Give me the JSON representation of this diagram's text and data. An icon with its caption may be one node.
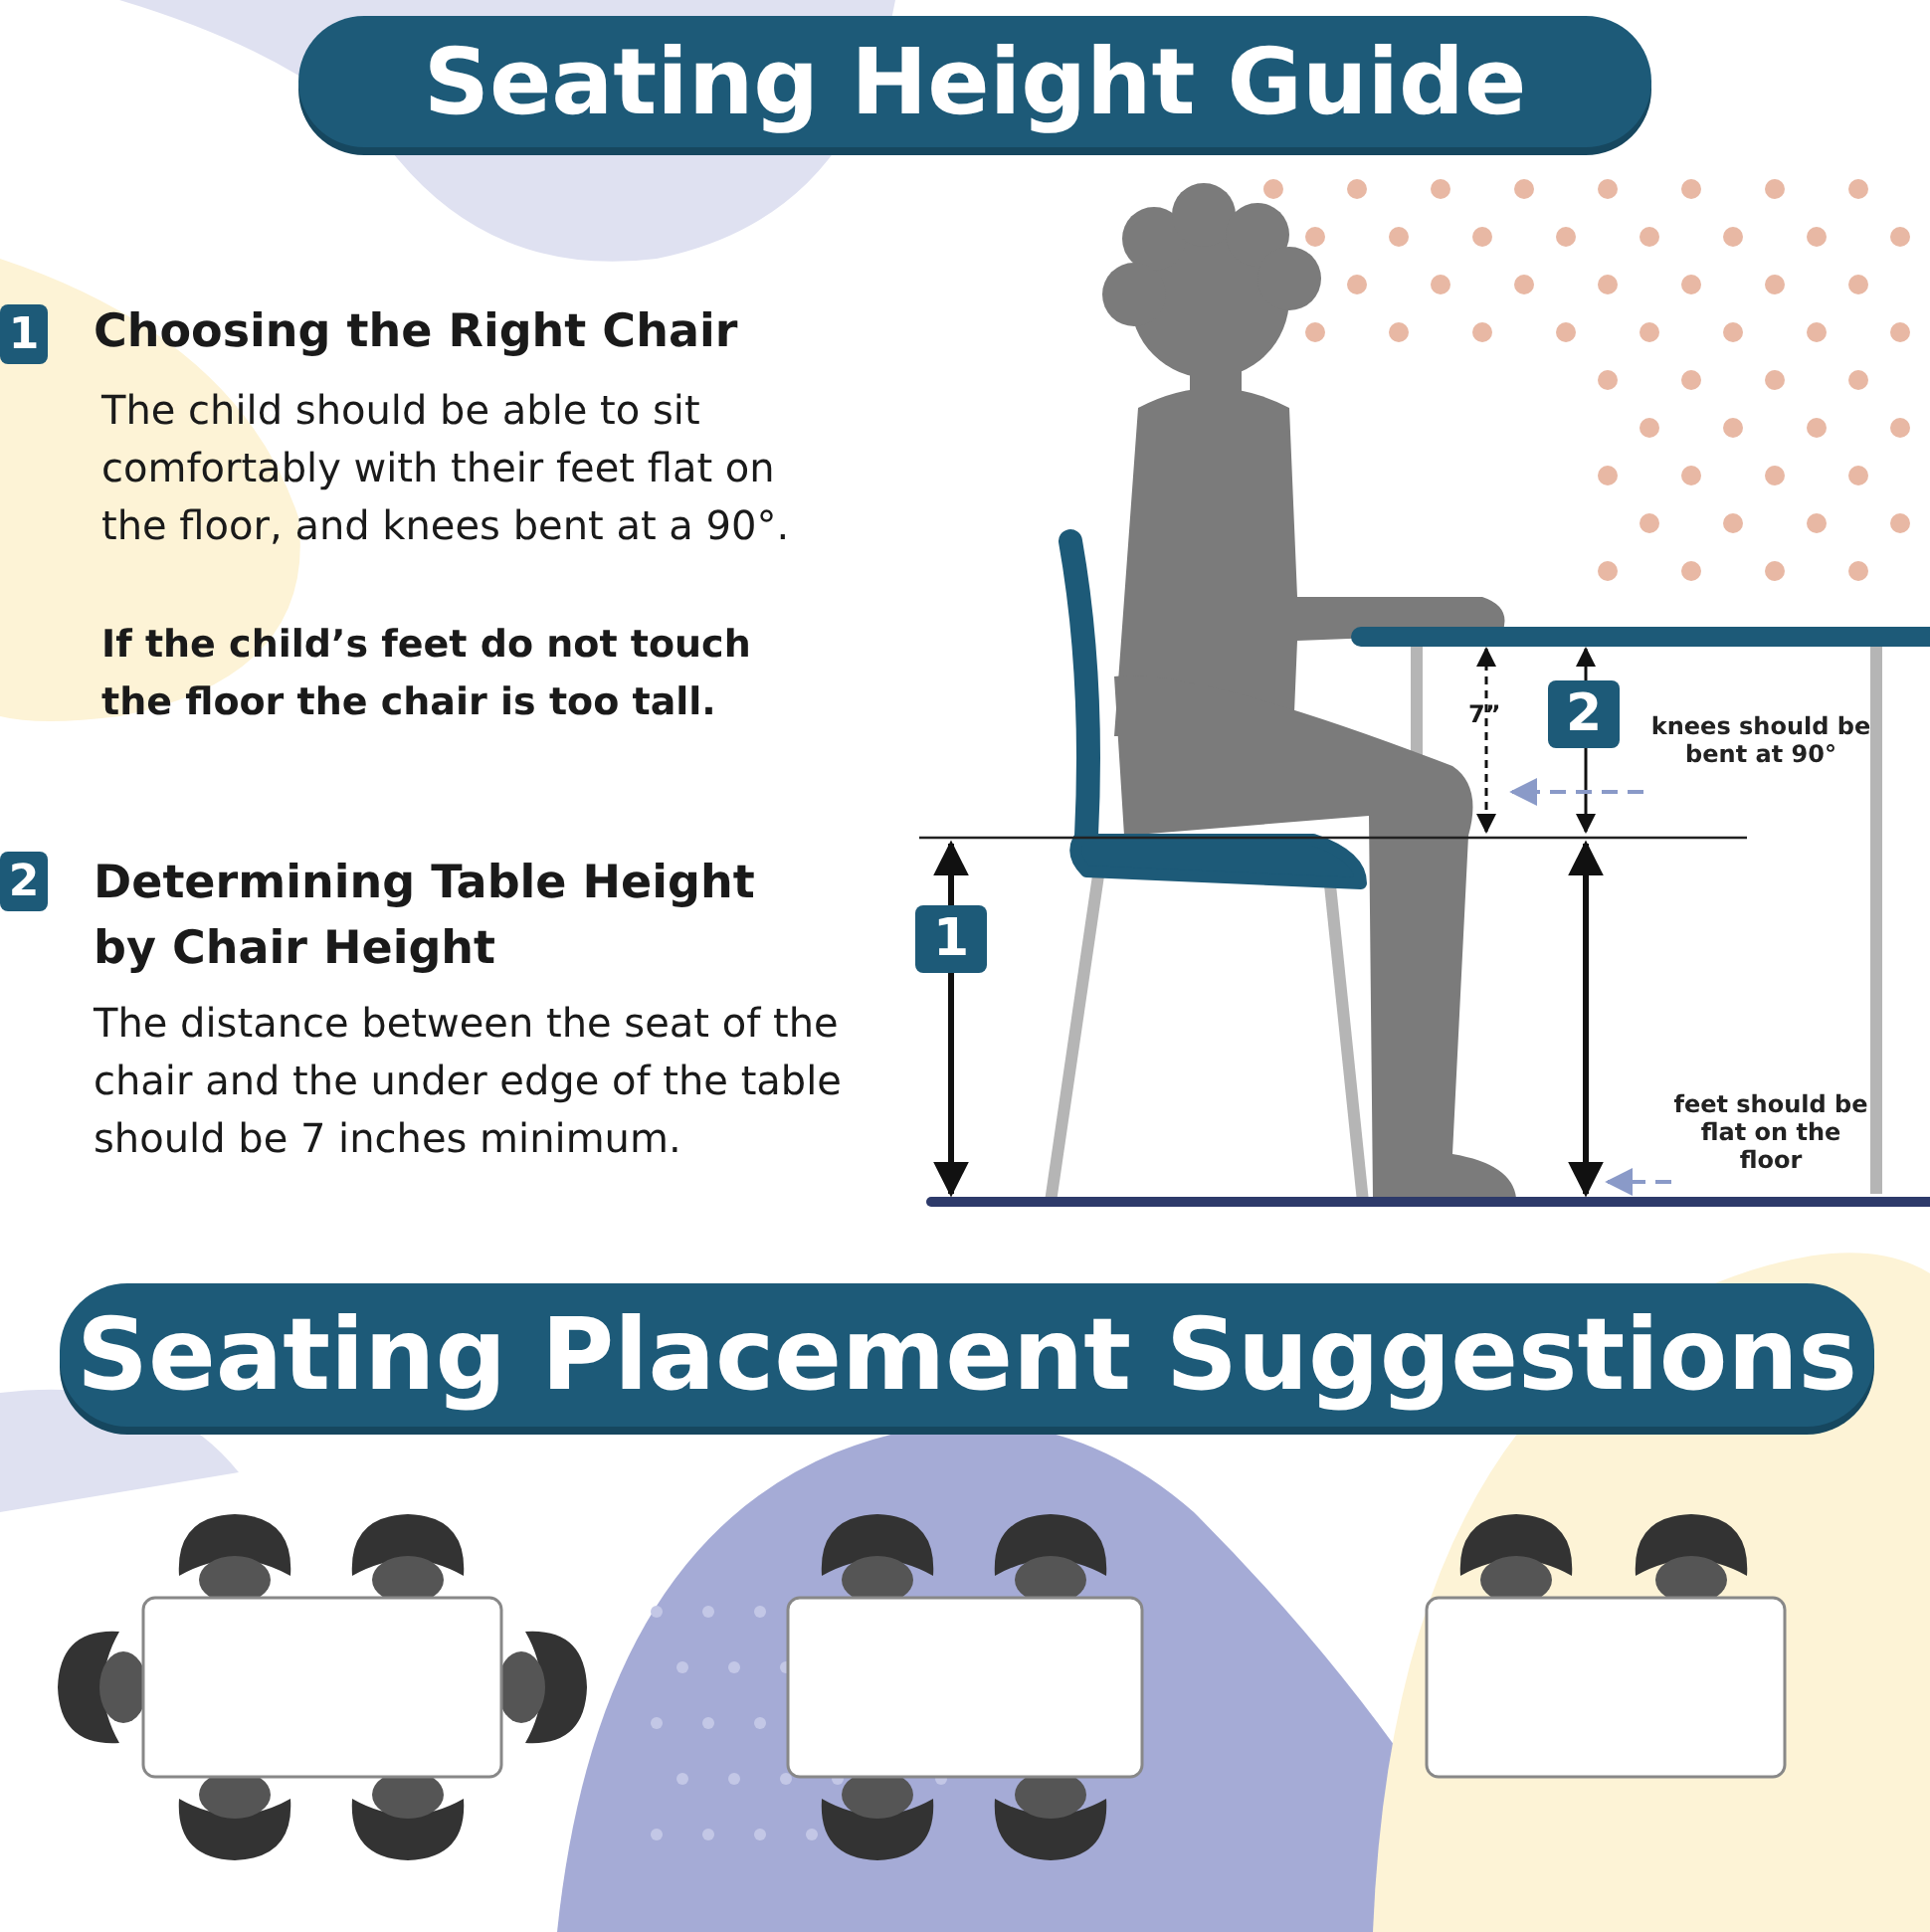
{
  "diagram": {
    "title": "Seating Height Guide",
    "nodes": [
      {
        "text": [
          "1"
        ]
      },
      {
        "text": [
          "2"
        ]
      },
      {
        "text": [
          "1"
        ]
      },
      {
        "text": [
          "2"
        ]
      },
      {
        "text": [
          "knees should be bent at 90°"
        ]
      },
      {
        "text": [
          "feet should be flat on the floor"
        ]
      },
      {
        "text": [
          "Seating Placement Suggestions"
        ]
      }
    ],
    "edges": [
      {
        "from": 4,
        "to": null,
        "arrow": "to",
        "style": "dashed"
      },
      {
        "from": 5,
        "to": null,
        "arrow": "to",
        "style": "dashed"
      }
    ],
    "labels": [
      "Choosing the Right Chair",
      "The child should be able to sit comfortably with their feet flat on the floor, and knees bent at a 90°.",
      "If the child’s feet do not touch the floor the chair is too tall.",
      "Determining Table Height by Chair Height",
      "The distance between the seat of the chair and the under edge of the table should be 7 inches minimum.",
      "7”"
    ]
  }
}
